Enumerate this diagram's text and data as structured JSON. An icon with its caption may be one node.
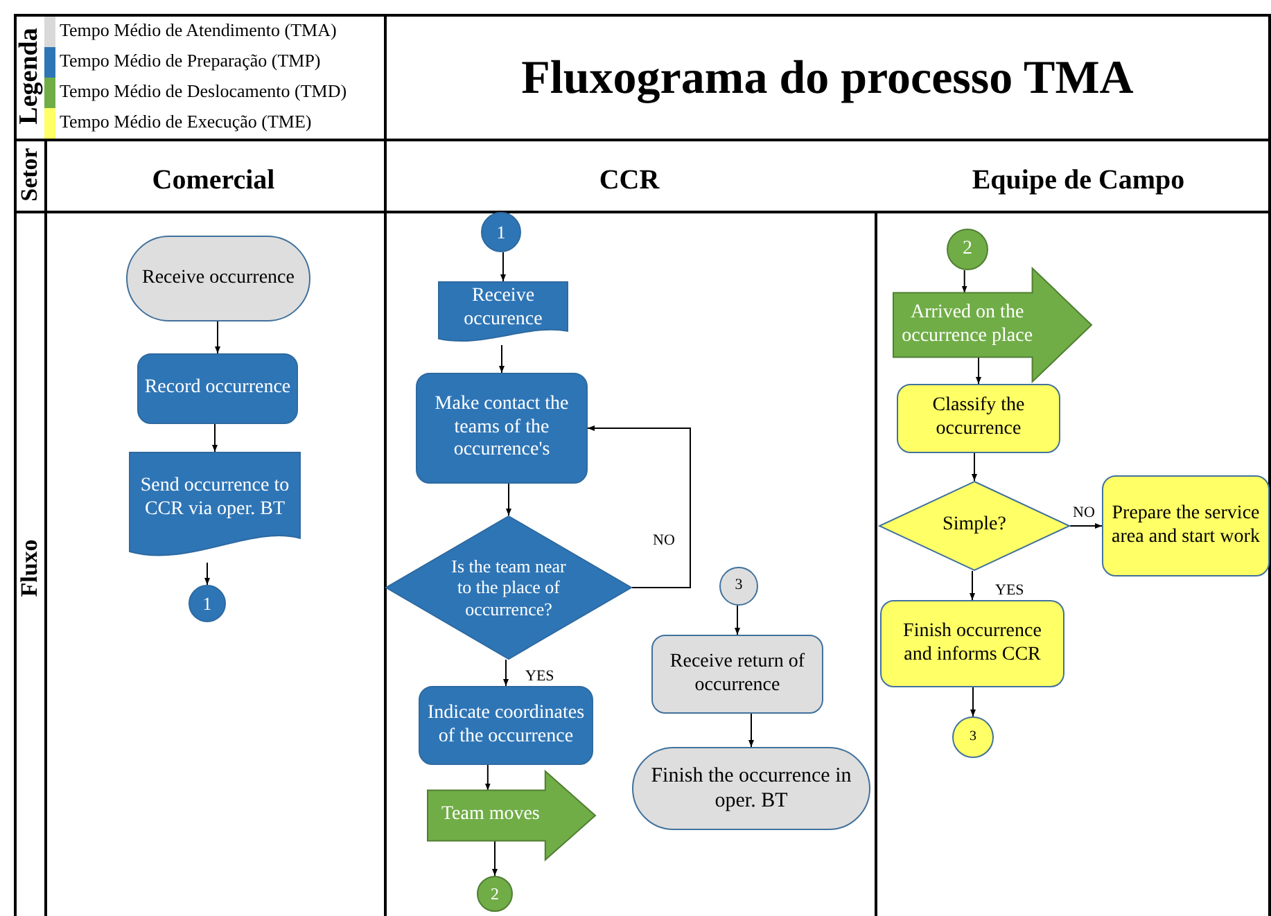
{
  "diagram": {
    "title": "Fluxograma do processo TMA",
    "nodes": [
      {
        "text": [
          "Receive occurrence"
        ]
      },
      {
        "text": [
          "Record occurrence"
        ]
      },
      {
        "text": [
          "Send occurrence to CCR via oper. BT"
        ]
      },
      {
        "text": [
          "1"
        ]
      },
      {
        "text": [
          "1"
        ]
      },
      {
        "text": [
          "Receive occurence"
        ]
      },
      {
        "text": [
          "Make contact the teams of the occurrence's"
        ]
      },
      {
        "text": [
          "Is the team near to the place of occurrence?"
        ]
      },
      {
        "text": [
          "Indicate coordinates of the occurrence"
        ]
      },
      {
        "text": [
          "Team moves"
        ]
      },
      {
        "text": [
          "2"
        ]
      },
      {
        "text": [
          "3"
        ]
      },
      {
        "text": [
          "Receive return of occurrence"
        ]
      },
      {
        "text": [
          "Finish the occurrence in oper. BT"
        ]
      },
      {
        "text": [
          "2"
        ]
      },
      {
        "text": [
          "Arrived on the occurrence place"
        ]
      },
      {
        "text": [
          "Classify the occurrence"
        ]
      },
      {
        "text": [
          "Simple?"
        ]
      },
      {
        "text": [
          "Prepare the service area and start work"
        ]
      },
      {
        "text": [
          "Finish occurrence and informs CCR"
        ]
      },
      {
        "text": [
          "3"
        ]
      }
    ],
    "edges": [
      {
        "from": 0,
        "to": 1,
        "arrow": "to"
      },
      {
        "from": 1,
        "to": 2,
        "arrow": "to"
      },
      {
        "from": 2,
        "to": 3,
        "arrow": "to"
      },
      {
        "from": 4,
        "to": 5,
        "arrow": "to"
      },
      {
        "from": 5,
        "to": 6,
        "arrow": "to"
      },
      {
        "from": 6,
        "to": 7,
        "arrow": "to"
      },
      {
        "from": 7,
        "to": 6,
        "arrow": "to",
        "label": "NO"
      },
      {
        "from": 7,
        "to": 8,
        "arrow": "to",
        "label": "YES"
      },
      {
        "from": 8,
        "to": 9,
        "arrow": "to"
      },
      {
        "from": 9,
        "to": 10,
        "arrow": "to"
      },
      {
        "from": 11,
        "to": 12,
        "arrow": "to"
      },
      {
        "from": 12,
        "to": 13,
        "arrow": "to"
      },
      {
        "from": 14,
        "to": 15,
        "arrow": "to"
      },
      {
        "from": 15,
        "to": 16,
        "arrow": "to"
      },
      {
        "from": 16,
        "to": 17,
        "arrow": "to"
      },
      {
        "from": 17,
        "to": 18,
        "arrow": "to",
        "label": "NO"
      },
      {
        "from": 17,
        "to": 19,
        "arrow": "to",
        "label": "YES"
      },
      {
        "from": 19,
        "to": 20,
        "arrow": "to"
      }
    ],
    "labels": [
      "Legenda",
      "Setor",
      "Comercial",
      "CCR",
      "Equipe de Campo",
      "Fluxo"
    ],
    "legend": [
      {
        "text": "Tempo Médio de Atendimento (TMA)",
        "color": "#d9d9d9"
      },
      {
        "text": "Tempo Médio de Preparação (TMP)",
        "color": "#2e75b6"
      },
      {
        "text": "Tempo Médio de Deslocamento (TMD)",
        "color": "#70ad47"
      },
      {
        "text": "Tempo Médio de Execução (TME)",
        "color": "#ffff66"
      }
    ]
  }
}
